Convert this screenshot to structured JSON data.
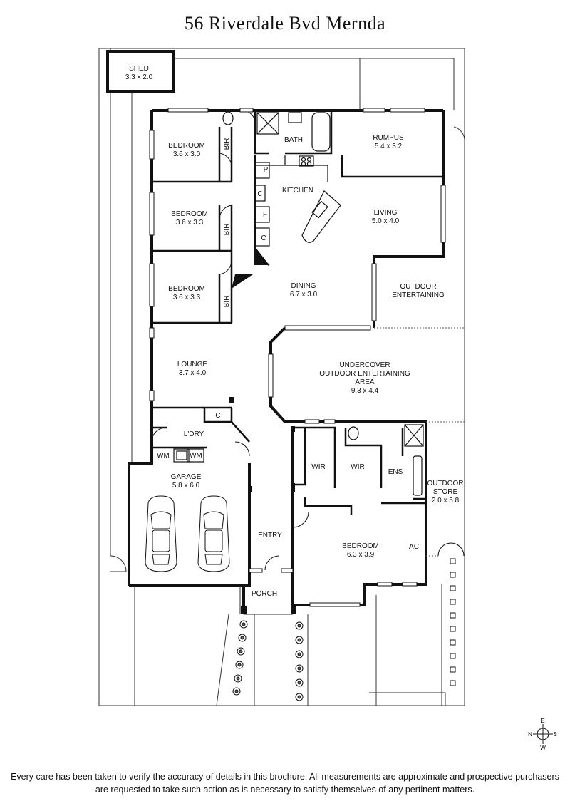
{
  "title": "56 Riverdale Bvd Mernda",
  "rooms": {
    "shed": {
      "name": "SHED",
      "size": "3.3 x 2.0"
    },
    "bedroom_1": {
      "name": "BEDROOM",
      "size": "3.6 x 3.0"
    },
    "bedroom_2": {
      "name": "BEDROOM",
      "size": "3.6 x 3.3"
    },
    "bedroom_3": {
      "name": "BEDROOM",
      "size": "3.6 x 3.3"
    },
    "bath": {
      "name": "BATH"
    },
    "rumpus": {
      "name": "RUMPUS",
      "size": "5.4 x 3.2"
    },
    "kitchen": {
      "name": "KITCHEN"
    },
    "living": {
      "name": "LIVING",
      "size": "5.0 x 4.0"
    },
    "dining": {
      "name": "DINING",
      "size": "6.7 x 3.0"
    },
    "outdoor_entertaining": {
      "line1": "OUTDOOR",
      "line2": "ENTERTAINING"
    },
    "lounge": {
      "name": "LOUNGE",
      "size": "3.7 x 4.0"
    },
    "undercover": {
      "line1": "UNDERCOVER",
      "line2": "OUTDOOR ENTERTAINING",
      "line3": "AREA",
      "size": "9.3 x 4.4"
    },
    "laundry": {
      "name": "L'DRY"
    },
    "garage": {
      "name": "GARAGE",
      "size": "5.8 x 6.0"
    },
    "wir_1": {
      "name": "WIR"
    },
    "wir_2": {
      "name": "WIR"
    },
    "ens": {
      "name": "ENS"
    },
    "outdoor_store": {
      "line1": "OUTDOOR",
      "line2": "STORE",
      "size": "2.0 x 5.8"
    },
    "entry": {
      "name": "ENTRY"
    },
    "main_bedroom": {
      "name": "BEDROOM",
      "size": "6.3 x 3.9"
    },
    "porch": {
      "name": "PORCH"
    }
  },
  "fixtures": {
    "bir": "BIR",
    "pantry": "P",
    "cupboard": "C",
    "fridge": "F",
    "washing_machine": "WM",
    "air_conditioner": "AC"
  },
  "compass": {
    "north": "N",
    "east": "E",
    "south": "S",
    "west": "W"
  },
  "disclaimer": {
    "line1": "Every care has been taken to verify the accuracy of details in this brochure. All measurements are approximate and prospective purchasers",
    "line2": "are requested to take such action as is necessary to satisfy themselves of any pertinent matters."
  }
}
